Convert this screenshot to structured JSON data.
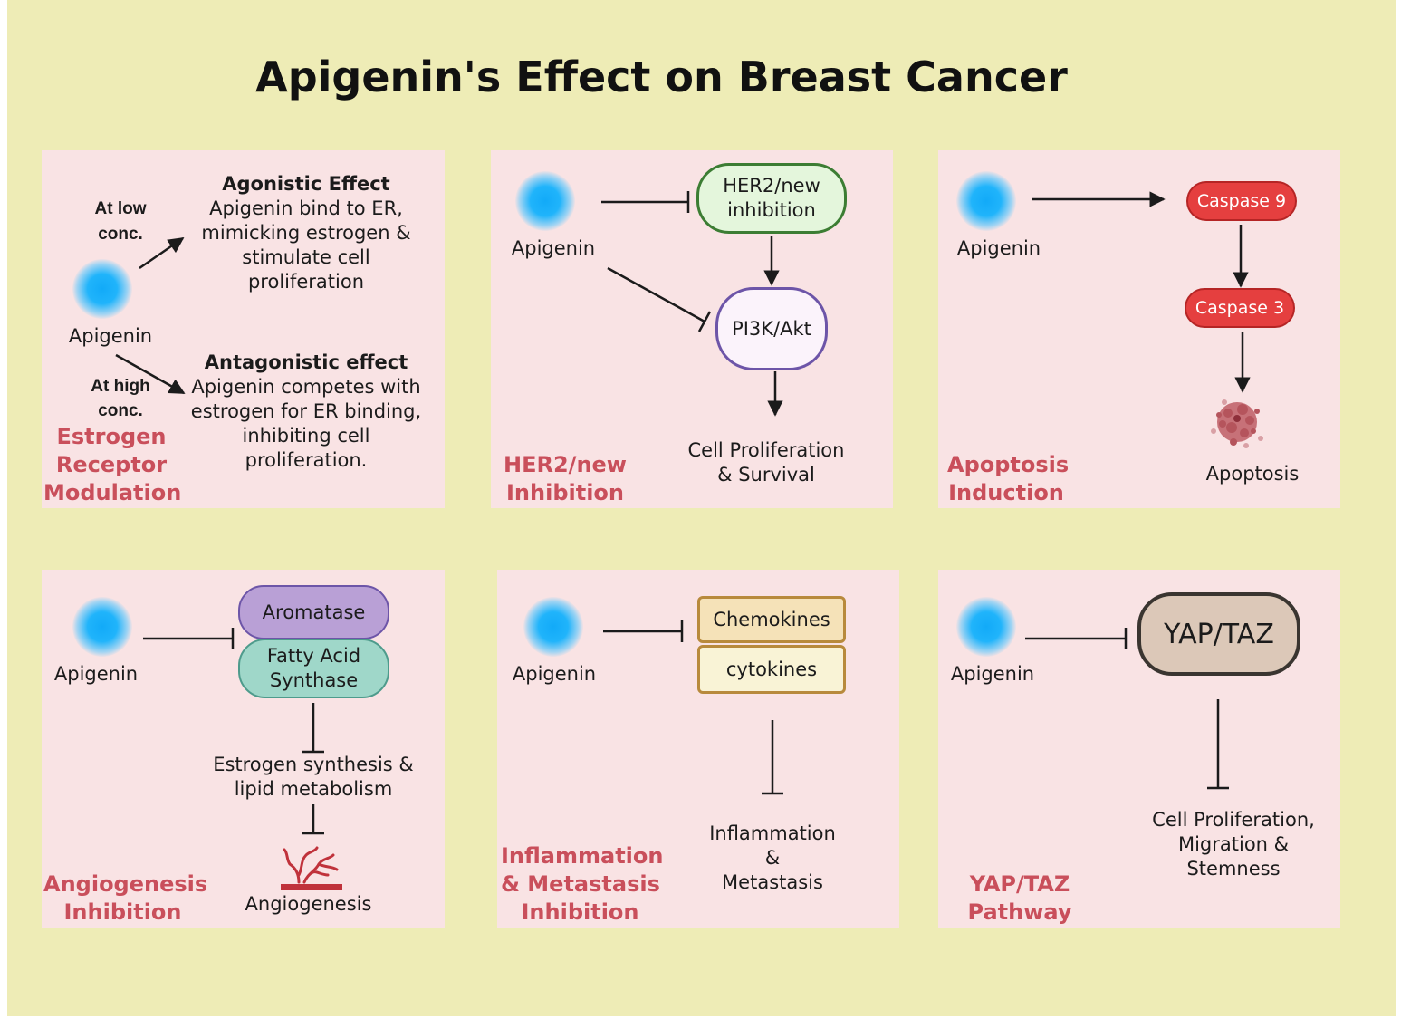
{
  "title": "Apigenin's Effect on Breast Cancer",
  "colors": {
    "background": "#eeecb6",
    "panel": "#f9e3e4",
    "panel_label": "#c94f5b",
    "apigenin_dot": "#12aaf8"
  },
  "estrogen_panel": {
    "apigenin": "Apigenin",
    "low_conc_1": "At low",
    "low_conc_2": "conc.",
    "high_conc_1": "At high",
    "high_conc_2": "conc.",
    "agonistic_title": "Agonistic Effect",
    "agonistic_lines": [
      "Apigenin bind to ER,",
      "mimicking estrogen &",
      "stimulate cell",
      "proliferation"
    ],
    "antagonistic_title": "Antagonistic effect",
    "antagonistic_lines": [
      "Apigenin competes with",
      "estrogen for ER binding,",
      "inhibiting cell",
      "proliferation."
    ],
    "label_lines": [
      "Estrogen",
      "Receptor",
      "Modulation"
    ]
  },
  "her2_panel": {
    "apigenin": "Apigenin",
    "her2_lines": [
      "HER2/new",
      "inhibition"
    ],
    "pi3k": "PI3K/Akt",
    "outcome_lines": [
      "Cell Proliferation",
      "& Survival"
    ],
    "label_lines": [
      "HER2/new",
      "Inhibition"
    ]
  },
  "apoptosis_panel": {
    "apigenin": "Apigenin",
    "caspase9": "Caspase 9",
    "caspase3": "Caspase 3",
    "outcome": "Apoptosis",
    "label_lines": [
      "Apoptosis",
      "Induction"
    ]
  },
  "angio_panel": {
    "apigenin": "Apigenin",
    "aromatase": "Aromatase",
    "fas_lines": [
      "Fatty Acid",
      "Synthase"
    ],
    "middle_lines": [
      "Estrogen synthesis &",
      "lipid metabolism"
    ],
    "outcome": "Angiogenesis",
    "label_lines": [
      "Angiogenesis",
      "Inhibition"
    ]
  },
  "inflam_panel": {
    "apigenin": "Apigenin",
    "chemokines": "Chemokines",
    "cytokines": "cytokines",
    "outcome_lines": [
      "Inflammation",
      "&",
      "Metastasis"
    ],
    "label_lines": [
      "Inflammation",
      "& Metastasis",
      "Inhibition"
    ]
  },
  "yap_panel": {
    "apigenin": "Apigenin",
    "yaptaz": "YAP/TAZ",
    "outcome_lines": [
      "Cell Proliferation,",
      "Migration &",
      "Stemness"
    ],
    "label_lines": [
      "YAP/TAZ",
      "Pathway"
    ]
  }
}
